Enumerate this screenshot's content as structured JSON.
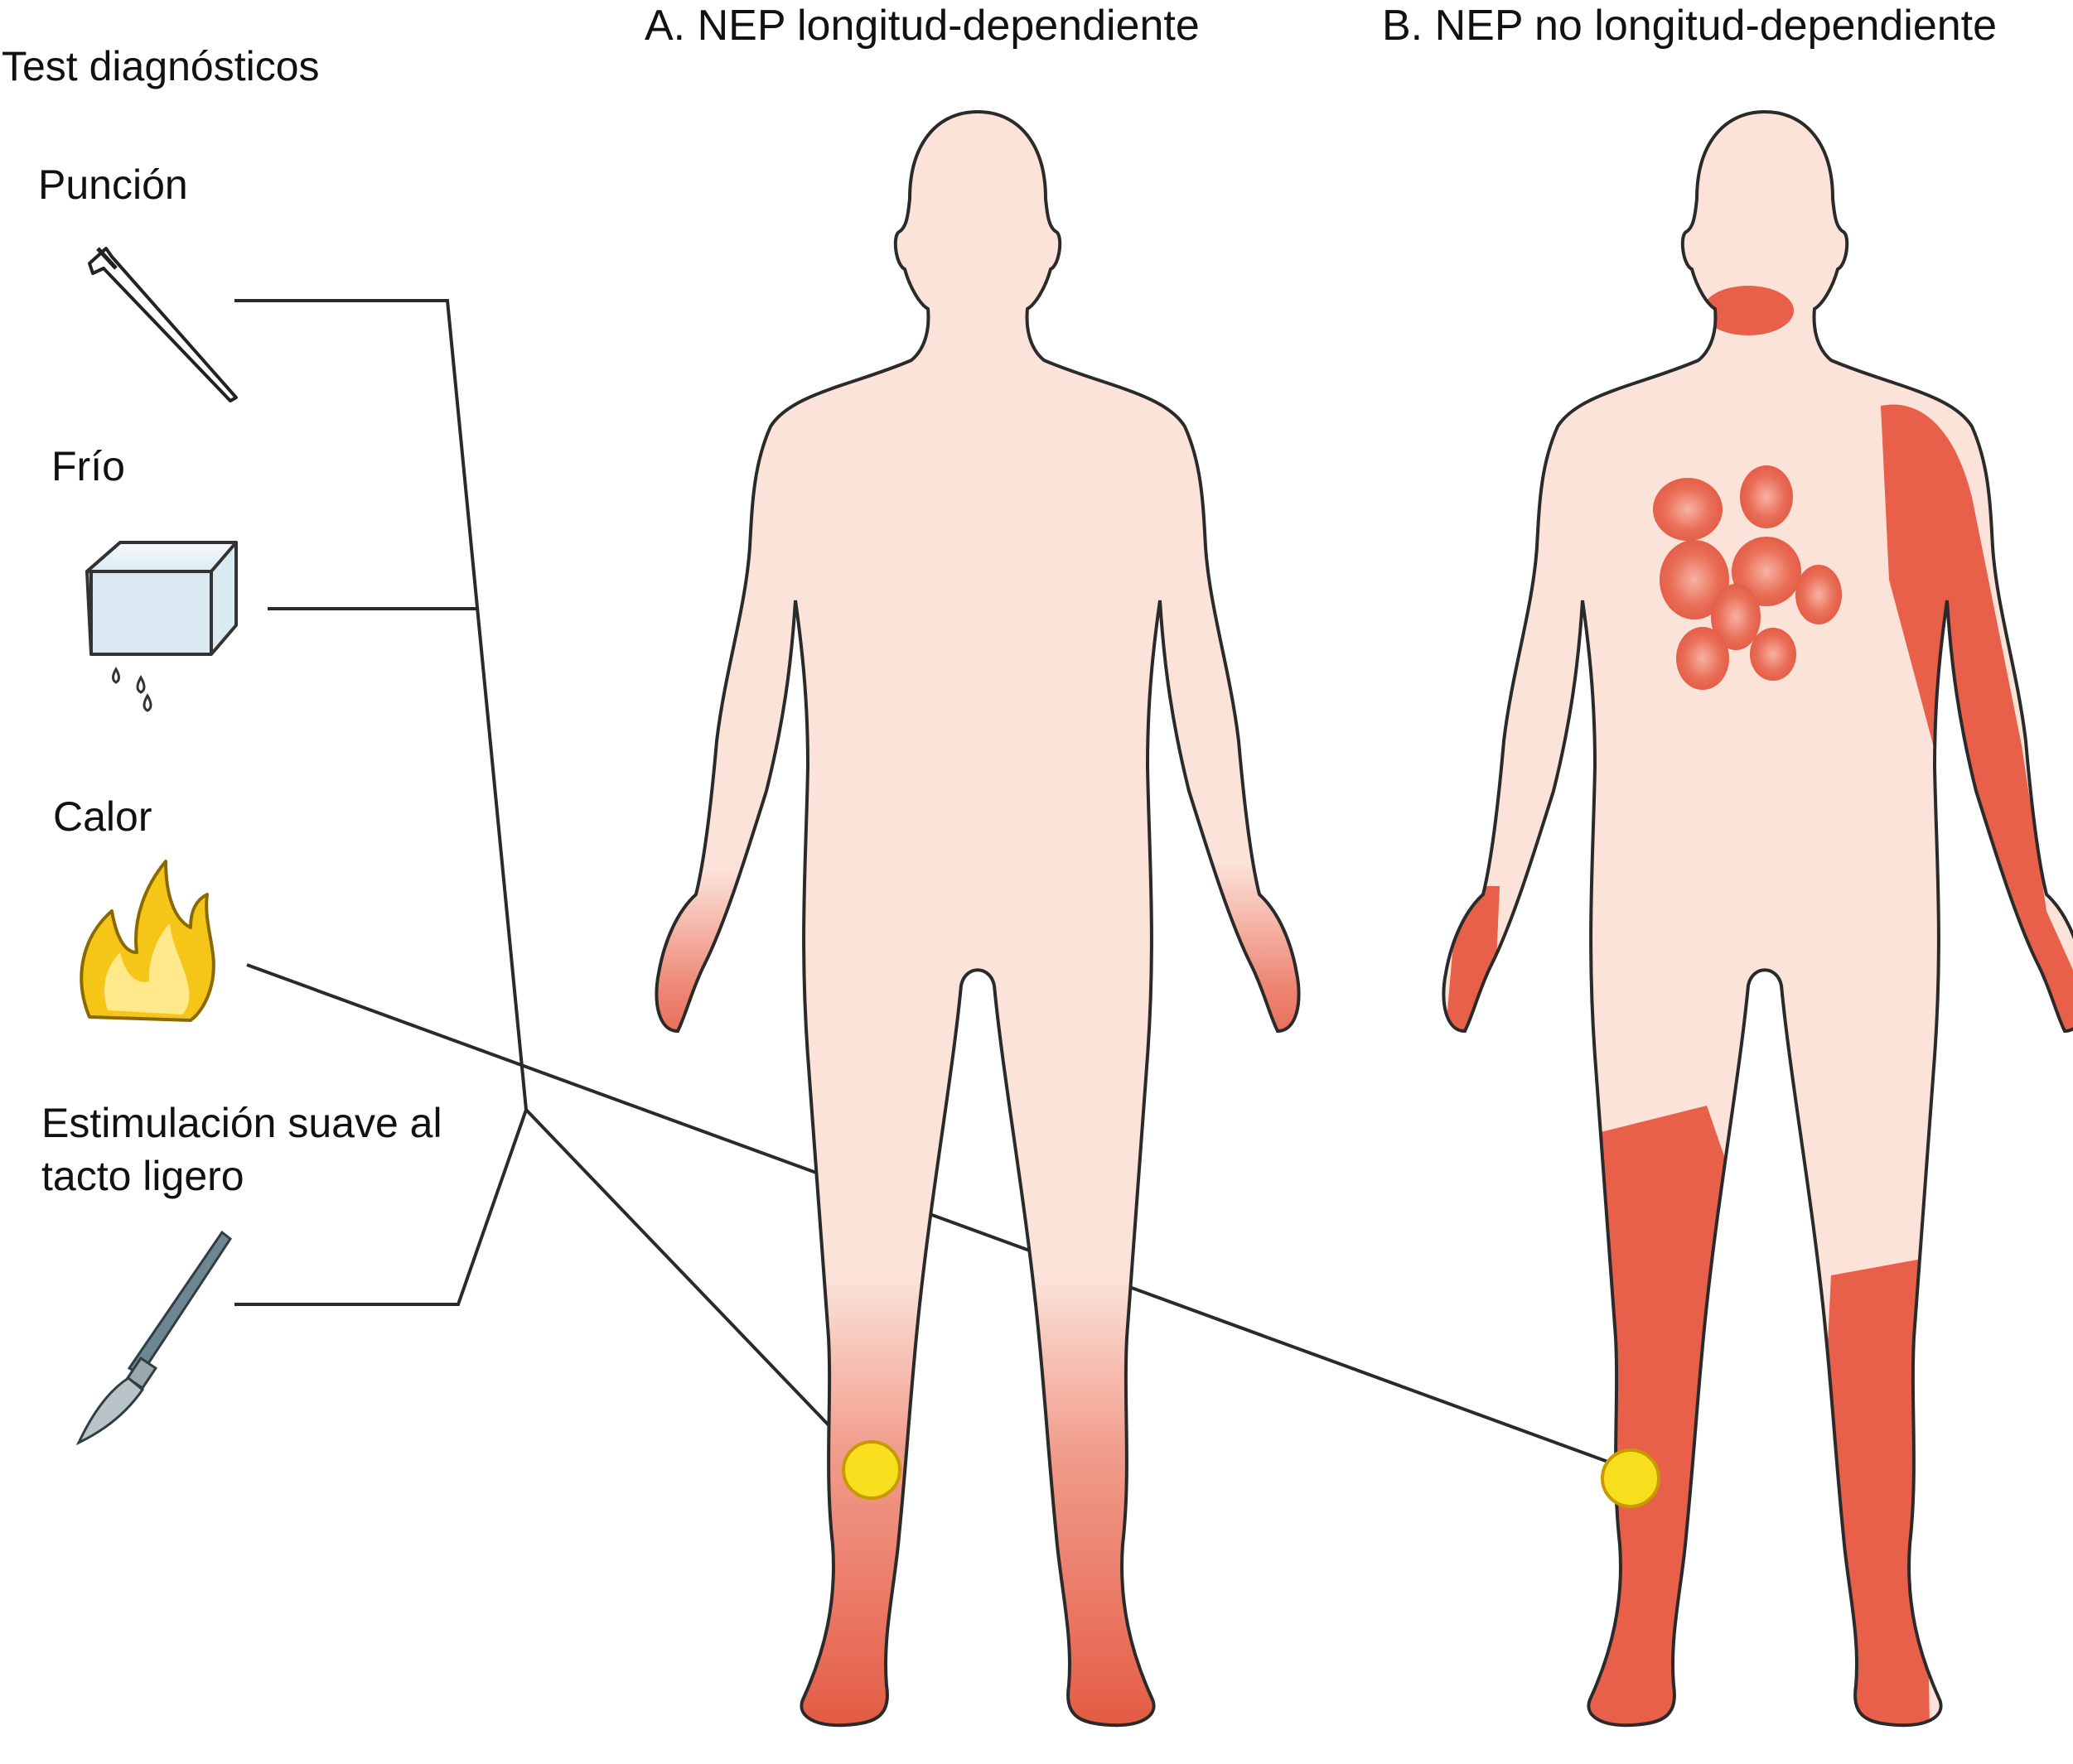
{
  "header": {
    "tests_title": "Test diagnósticos",
    "panel_a_title": "A. NEP longitud-dependiente",
    "panel_b_title": "B. NEP no longitud-dependiente"
  },
  "tests": [
    {
      "label": "Punción",
      "icon": "pin-icon"
    },
    {
      "label": "Frío",
      "icon": "ice-cube-icon"
    },
    {
      "label": "Calor",
      "icon": "flame-icon"
    },
    {
      "label": "Estimulación suave al",
      "label_line2": "tacto ligero",
      "icon": "brush-icon"
    }
  ],
  "colors": {
    "skin": "#fbe3d9",
    "affected": "#e8604a",
    "affected_dark": "#d94a35",
    "outline": "#2a2a2a",
    "test_site": "#f7df1e",
    "ice": "#d9eaf3",
    "flame_outer": "#f5c518",
    "flame_inner": "#ffe985",
    "brush_handle": "#6e8692"
  }
}
